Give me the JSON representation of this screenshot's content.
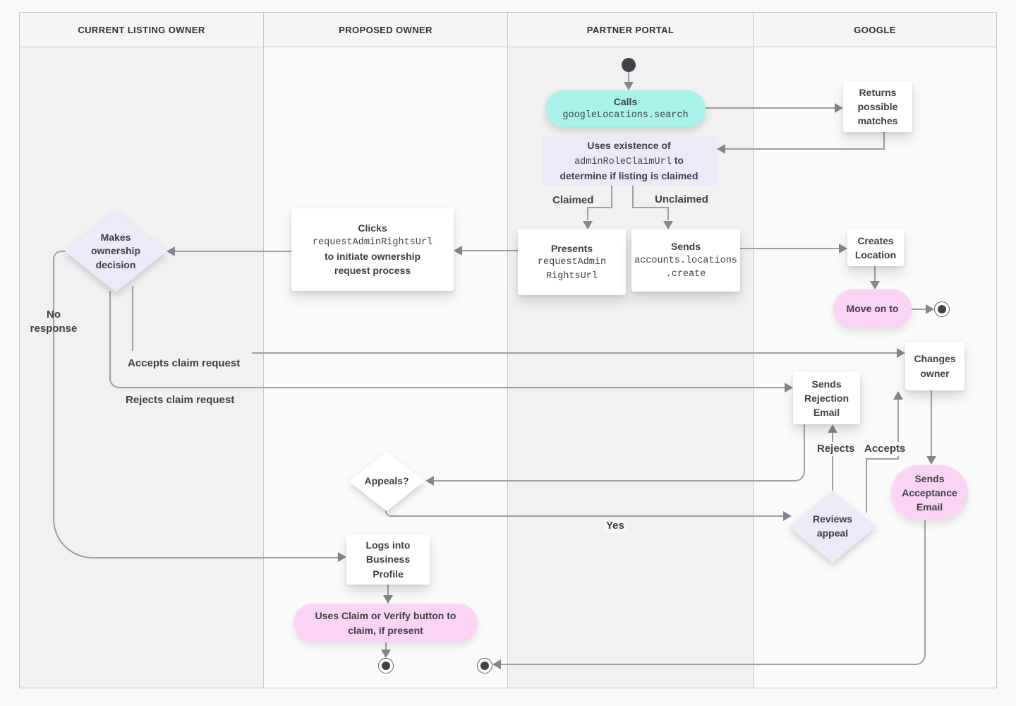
{
  "diagram": {
    "lanes": [
      {
        "label": "CURRENT LISTING OWNER"
      },
      {
        "label": "PROPOSED OWNER"
      },
      {
        "label": "PARTNER PORTAL"
      },
      {
        "label": "GOOGLE"
      }
    ],
    "nodes": {
      "calls": {
        "action": "Calls",
        "code": "googleLocations.search"
      },
      "returns_matches": {
        "label": "Returns\npossible\nmatches"
      },
      "uses_existence": {
        "line1": "Uses existence of",
        "code": "adminRoleClaimUrl",
        "line2_suffix": "to",
        "line3": "determine if listing is claimed"
      },
      "presents": {
        "action": "Presents",
        "code": "requestAdmin\nRightsUrl"
      },
      "sends_create": {
        "action": "Sends",
        "code": "accounts.locations\n.create"
      },
      "clicks": {
        "action": "Clicks",
        "code": "requestAdminRightsUrl",
        "rest": "to initiate ownership\nrequest process"
      },
      "makes_decision": {
        "label": "Makes\nownership\ndecision"
      },
      "creates_location": {
        "label": "Creates\nLocation"
      },
      "move_on_to": {
        "label": "Move on to"
      },
      "changes_owner": {
        "label": "Changes\nowner"
      },
      "sends_rejection": {
        "label": "Sends\nRejection\nEmail"
      },
      "sends_acceptance": {
        "label": "Sends\nAcceptance\nEmail"
      },
      "reviews_appeal": {
        "label": "Reviews\nappeal"
      },
      "appeals": {
        "label": "Appeals?"
      },
      "logs_into": {
        "label": "Logs into\nBusiness\nProfile"
      },
      "uses_claim": {
        "label": "Uses Claim or Verify button to\nclaim, if present"
      }
    },
    "edge_labels": {
      "claimed": "Claimed",
      "unclaimed": "Unclaimed",
      "no_response": "No\nresponse",
      "accepts_claim": "Accepts claim request",
      "rejects_claim": "Rejects claim request",
      "rejects": "Rejects",
      "accepts": "Accepts",
      "yes": "Yes"
    },
    "colors": {
      "teal": "#a9f3ea",
      "lavender": "#ece9f8",
      "pink": "#fbd3f4",
      "line": "#9aa0a6",
      "text": "#3c4043",
      "lane_dark": "#f1f1f2",
      "lane_light": "#fafafa",
      "border": "#c6c6c6",
      "header_bg": "#f5f5f6"
    }
  }
}
